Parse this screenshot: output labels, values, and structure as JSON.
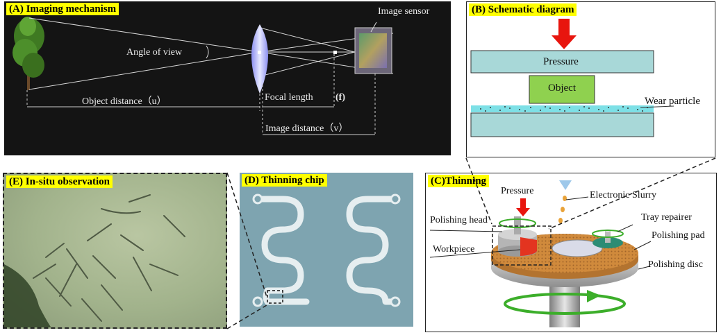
{
  "panel_a": {
    "tag": "(A) Imaging mechanism",
    "angle_of_view": "Angle of view",
    "image_sensor": "Image sensor",
    "object_distance": "Object distance（u）",
    "focal_length": "Focal length",
    "focal_symbol": "(f)",
    "image_distance": "Image distance（v）"
  },
  "panel_b": {
    "tag": "(B) Schematic diagram",
    "pressure": "Pressure",
    "object": "Object",
    "wear_particle": "Wear particle"
  },
  "panel_c": {
    "tag": "(C)Thinning",
    "pressure": "Pressure",
    "electronic_slurry": "Electronic Slurry",
    "polishing_head": "Polishing head",
    "tray_repairer": "Tray repairer",
    "workpiece": "Workpiece",
    "polishing_pad": "Polishing pad",
    "polishing_disc": "Polishing disc"
  },
  "panel_d": {
    "tag": "(D) Thinning chip"
  },
  "panel_e": {
    "tag": "(E) In-situ observation"
  },
  "colors": {
    "tag_bg": "#ffff00",
    "plate": "#a8d8d8",
    "object_block": "#8fd14f",
    "arrow_red": "#e8150e",
    "pad_orange": "#d08a3c",
    "chip_bg": "#7ea4b0"
  }
}
